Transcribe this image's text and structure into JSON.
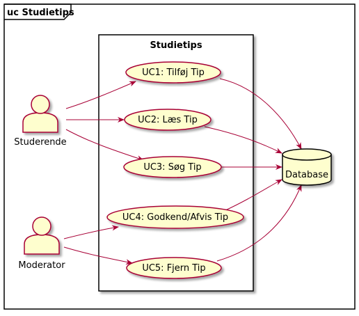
{
  "diagram": {
    "frame_title": "uc Studietips",
    "system_title": "Studietips",
    "actors": [
      {
        "id": "studerende",
        "label": "Studerende"
      },
      {
        "id": "moderator",
        "label": "Moderator"
      }
    ],
    "use_cases": [
      {
        "id": "uc1",
        "label": "UC1: Tilføj Tip"
      },
      {
        "id": "uc2",
        "label": "UC2: Læs Tip"
      },
      {
        "id": "uc3",
        "label": "UC3: Søg Tip"
      },
      {
        "id": "uc4",
        "label": "UC4: Godkend/Afvis Tip"
      },
      {
        "id": "uc5",
        "label": "UC5: Fjern Tip"
      }
    ],
    "database": {
      "label": "Database"
    },
    "colors": {
      "fill": "#FEFECE",
      "border": "#A80036",
      "frame": "#000000"
    }
  }
}
